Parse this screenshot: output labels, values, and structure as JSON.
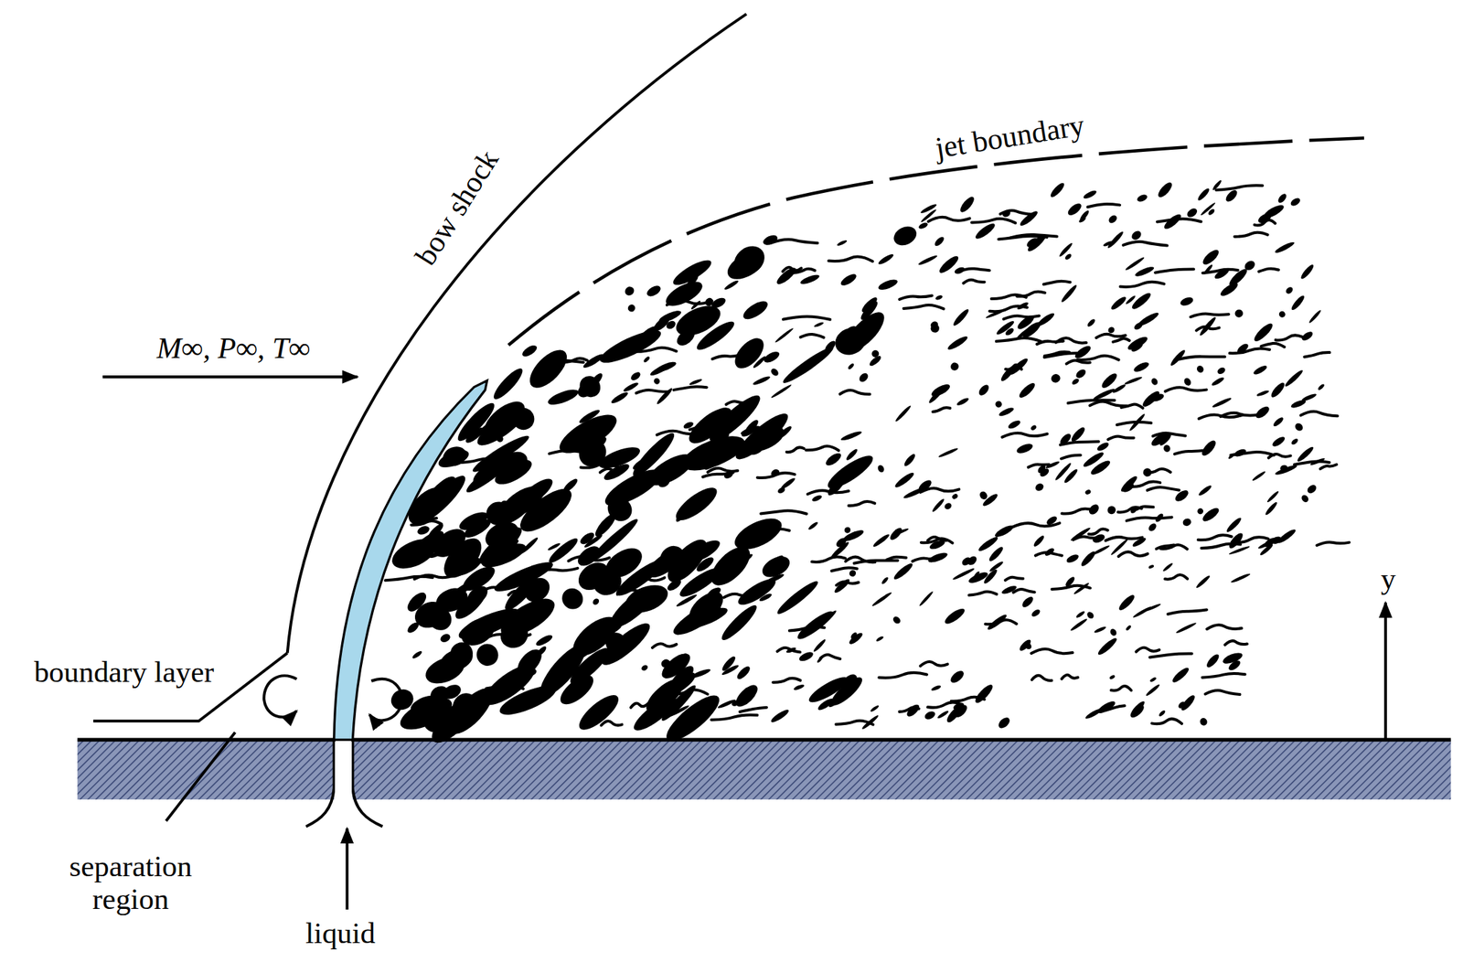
{
  "diagram": {
    "labels": [
      "bow shock",
      "jet boundary",
      "M∞, P∞, T∞",
      "boundary layer",
      "separation region",
      "liquid",
      "y"
    ]
  }
}
